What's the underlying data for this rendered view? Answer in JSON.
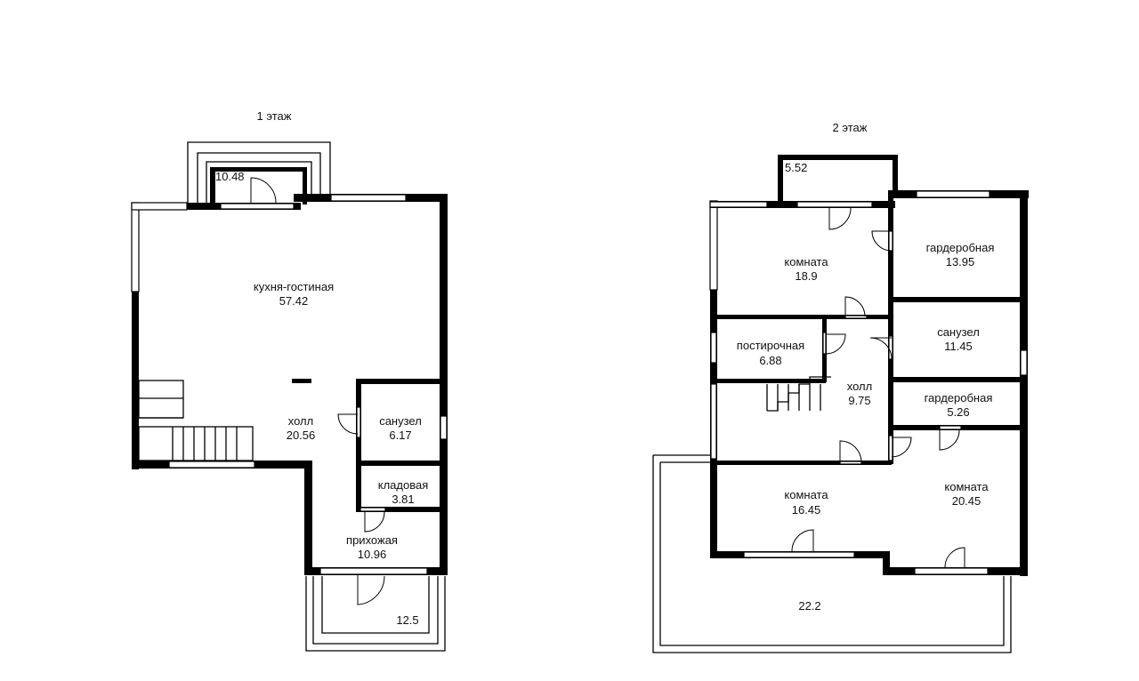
{
  "floors": [
    {
      "id": "floor1",
      "title": "1 этаж",
      "rooms": [
        {
          "key": "balcony-top",
          "name": "",
          "area": "10.48"
        },
        {
          "key": "kitchen-living",
          "name": "кухня-гостиная",
          "area": "57.42"
        },
        {
          "key": "hall",
          "name": "холл",
          "area": "20.56"
        },
        {
          "key": "bathroom",
          "name": "санузел",
          "area": "6.17"
        },
        {
          "key": "pantry",
          "name": "кладовая",
          "area": "3.81"
        },
        {
          "key": "entrance-hall",
          "name": "прихожая",
          "area": "10.96"
        },
        {
          "key": "porch",
          "name": "",
          "area": "12.5"
        }
      ]
    },
    {
      "id": "floor2",
      "title": "2 этаж",
      "rooms": [
        {
          "key": "balcony",
          "name": "",
          "area": "5.52"
        },
        {
          "key": "room-a",
          "name": "комната",
          "area": "18.9"
        },
        {
          "key": "wardrobe-a",
          "name": "гардеробная",
          "area": "13.95"
        },
        {
          "key": "laundry",
          "name": "постирочная",
          "area": "6.88"
        },
        {
          "key": "hall",
          "name": "холл",
          "area": "9.75"
        },
        {
          "key": "bathroom",
          "name": "санузел",
          "area": "11.45"
        },
        {
          "key": "wardrobe-b",
          "name": "гардеробная",
          "area": "5.26"
        },
        {
          "key": "room-b",
          "name": "комната",
          "area": "16.45"
        },
        {
          "key": "room-c",
          "name": "комната",
          "area": "20.45"
        },
        {
          "key": "terrace",
          "name": "",
          "area": "22.2"
        }
      ]
    }
  ]
}
